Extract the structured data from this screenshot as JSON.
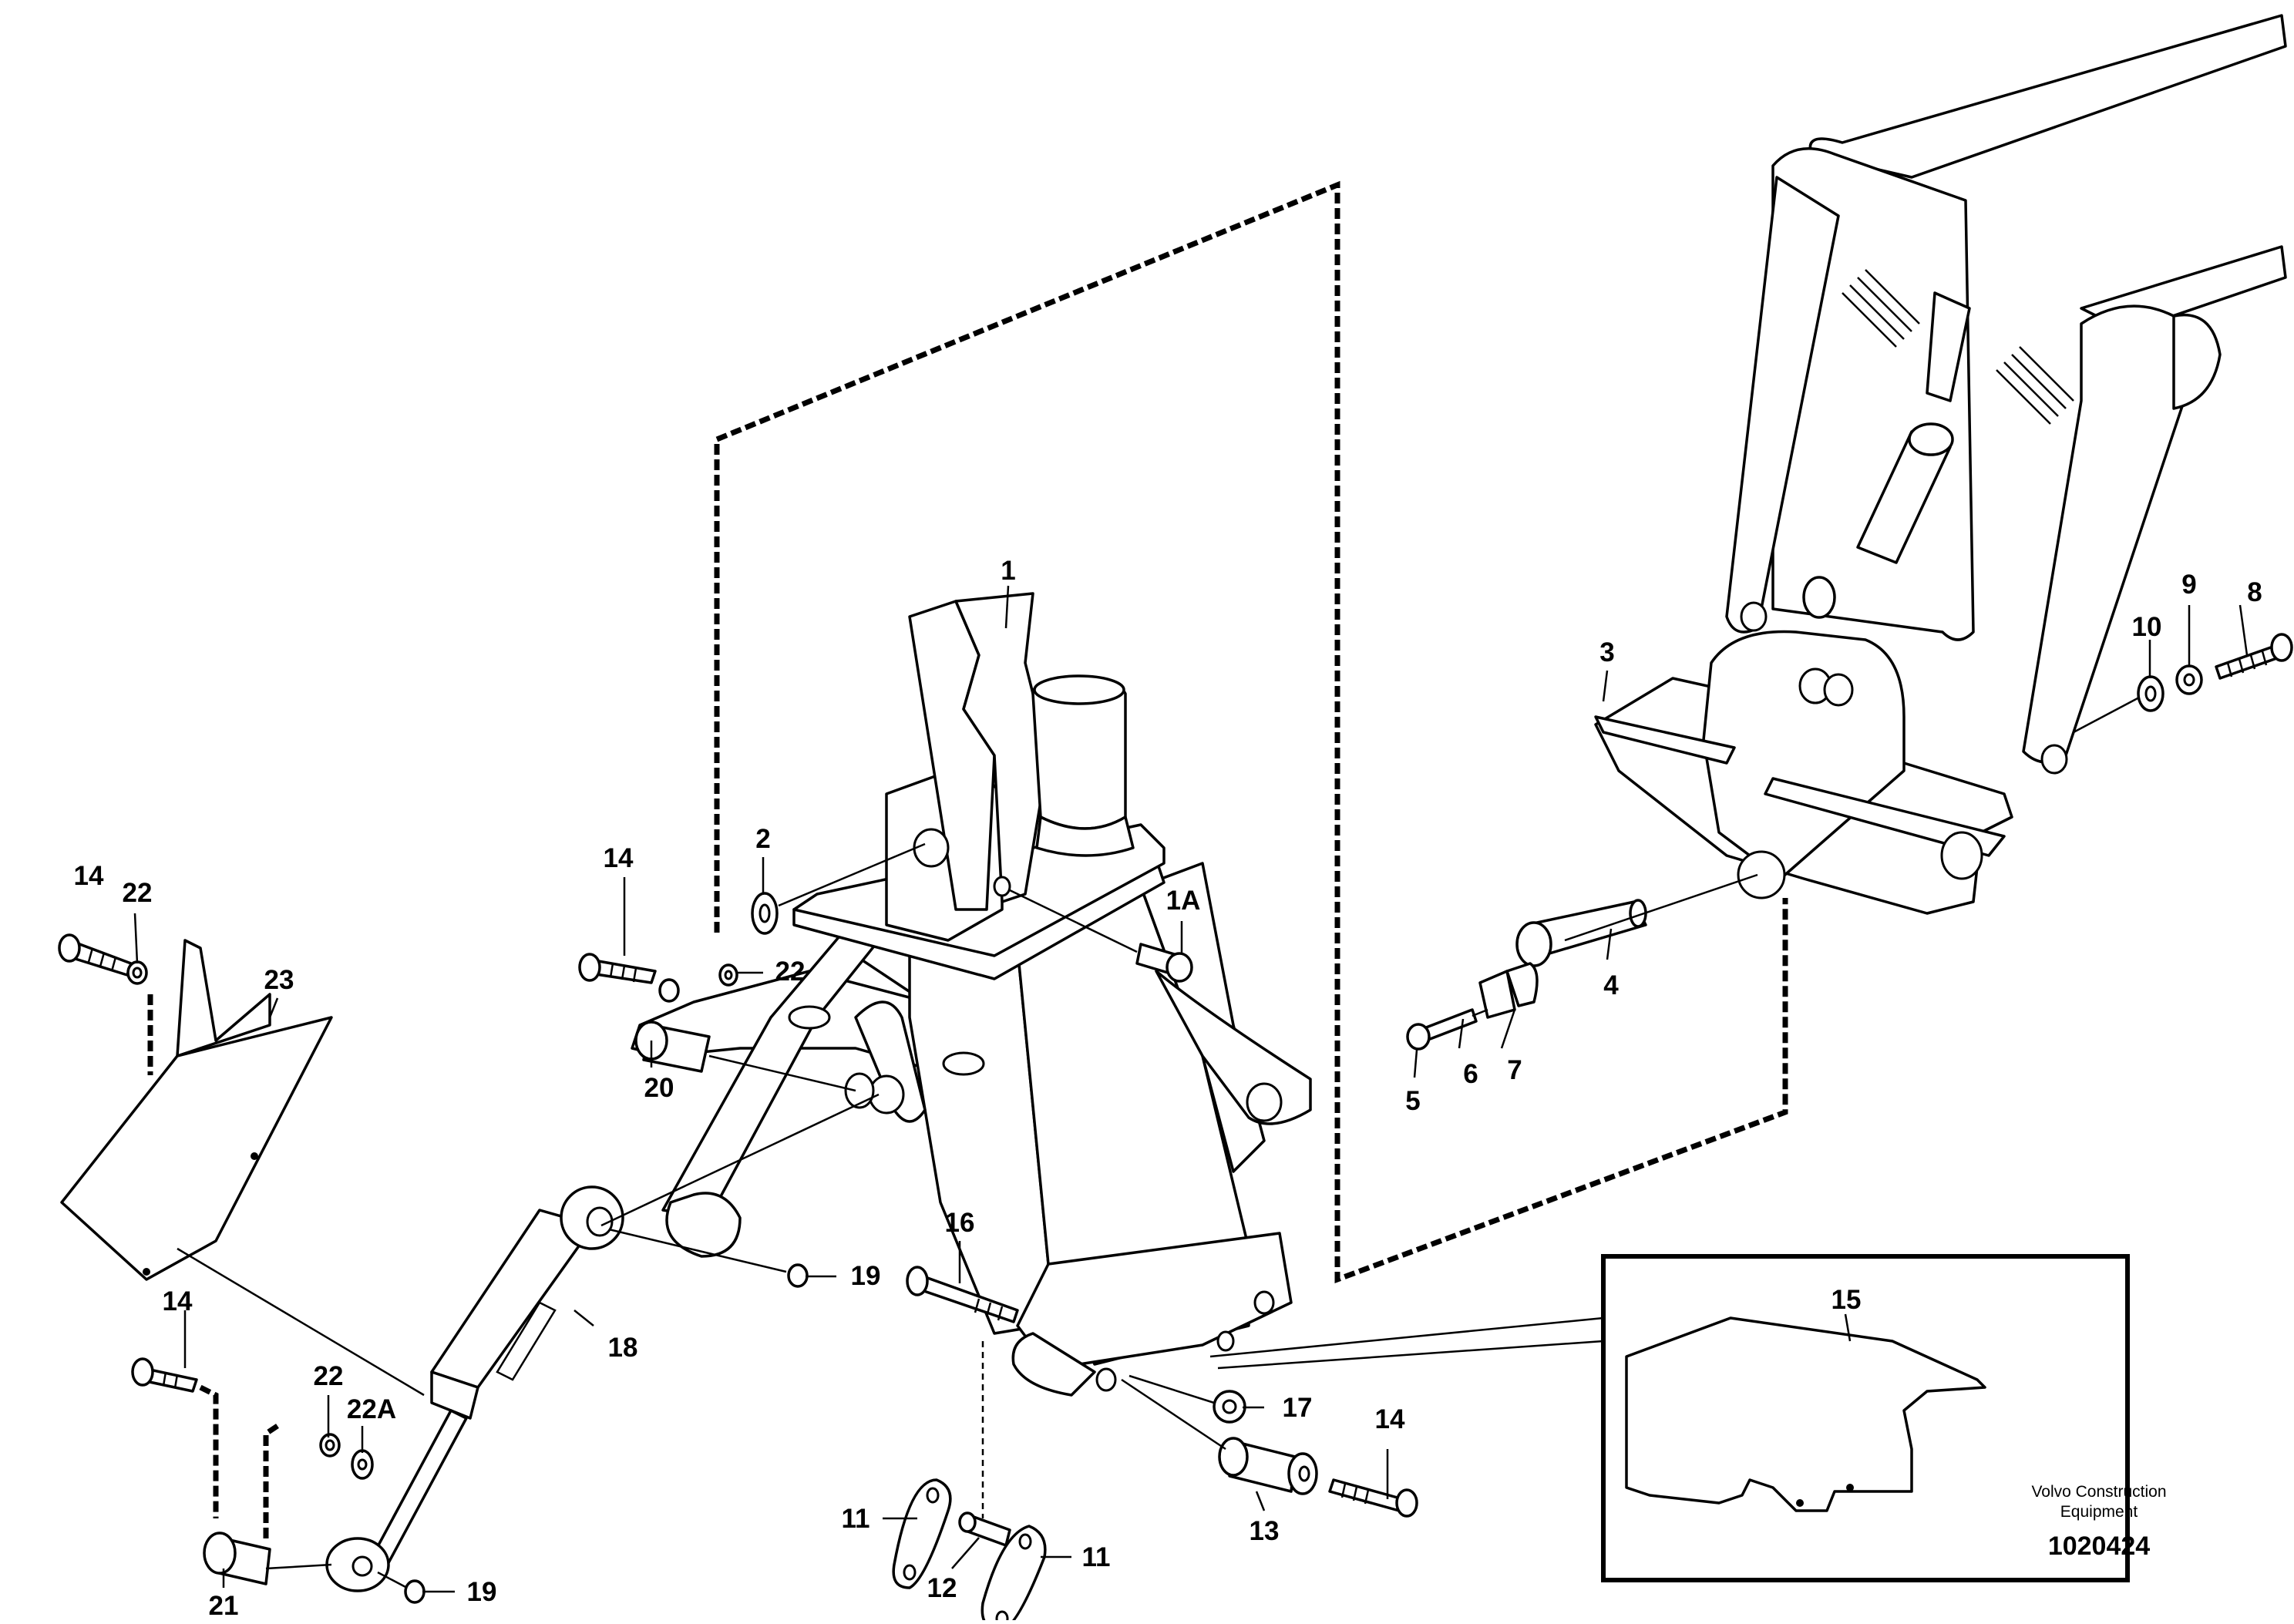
{
  "diagram": {
    "callouts": {
      "c1": "1",
      "c1a": "1A",
      "c2": "2",
      "c3": "3",
      "c4": "4",
      "c5": "5",
      "c6": "6",
      "c7": "7",
      "c8": "8",
      "c9": "9",
      "c10": "10",
      "c11a": "11",
      "c11b": "11",
      "c12": "12",
      "c13": "13",
      "c14a": "14",
      "c14b": "14",
      "c14c": "14",
      "c14d": "14",
      "c15": "15",
      "c16": "16",
      "c17": "17",
      "c18": "18",
      "c19a": "19",
      "c19b": "19",
      "c20": "20",
      "c21": "21",
      "c22a": "22",
      "c22b": "22",
      "c22c": "22",
      "c22a2": "22A",
      "c23": "23"
    },
    "credit": {
      "line1": "Volvo Construction",
      "line2": "Equipment",
      "reference": "1020424"
    }
  }
}
